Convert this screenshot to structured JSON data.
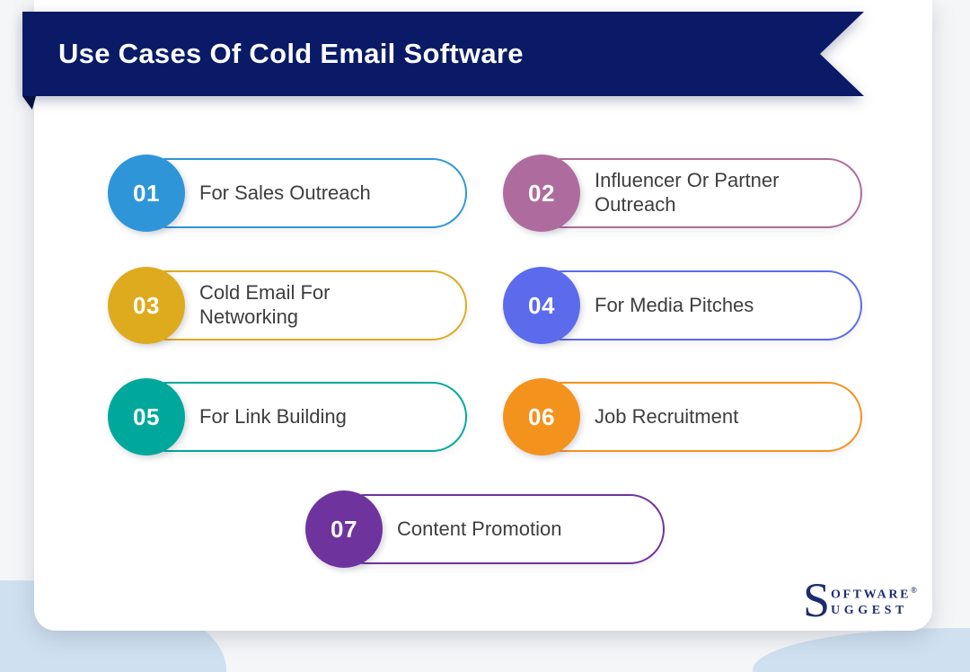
{
  "banner": {
    "title": "Use Cases Of Cold Email Software"
  },
  "use_cases": [
    {
      "number": "01",
      "label": "For Sales Outreach",
      "color": "#2E96D8"
    },
    {
      "number": "02",
      "label": "Influencer Or Partner Outreach",
      "color": "#AE6C9E"
    },
    {
      "number": "03",
      "label": "Cold Email For Networking",
      "color": "#DFAB1E"
    },
    {
      "number": "04",
      "label": "For Media Pitches",
      "color": "#5B6BEC"
    },
    {
      "number": "05",
      "label": "For Link Building",
      "color": "#00A89C"
    },
    {
      "number": "06",
      "label": "Job Recruitment",
      "color": "#F4921E"
    },
    {
      "number": "07",
      "label": "Content Promotion",
      "color": "#6F339E"
    }
  ],
  "logo": {
    "big_letter": "S",
    "line1": "OFTWARE",
    "registered": "®",
    "line2": "UGGEST"
  },
  "colors": {
    "banner": "#0A1A66",
    "banner_fold": "#081040",
    "page_bg": "#F5F6F7",
    "card_bg": "#FFFFFF",
    "decor_shape": "#CFE1F1",
    "text": "#3E3E3E",
    "logo": "#1E2C6F"
  }
}
